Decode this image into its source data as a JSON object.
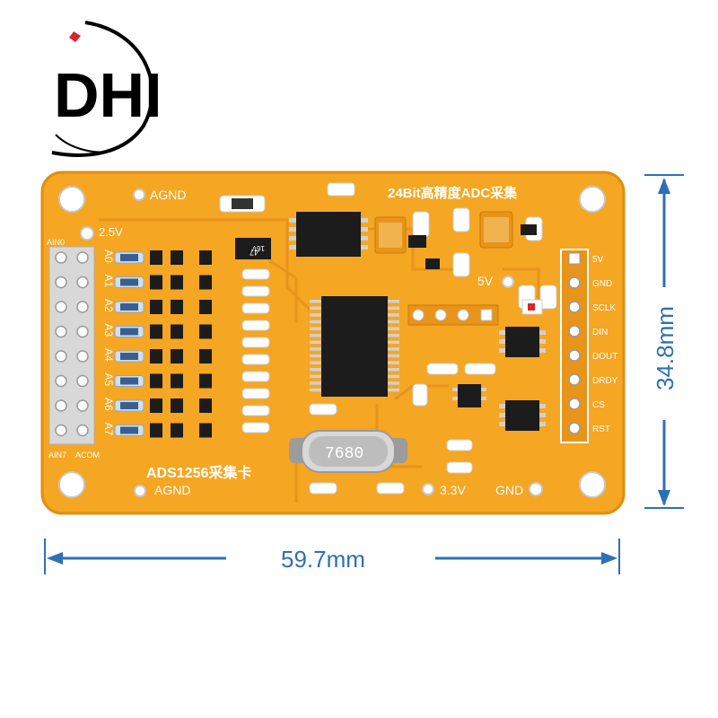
{
  "logo": {
    "text": "DHI",
    "accent_color": "#d9262c"
  },
  "board": {
    "title": "24Bit高精度ADC采集",
    "name": "ADS1256采集卡",
    "color": "#f5a623",
    "crystal": "7680",
    "capacitor": {
      "value": "47",
      "voltage": "16V"
    },
    "labels": {
      "agnd_top": "AGND",
      "agnd_bottom": "AGND",
      "v25": "2.5V",
      "v5": "5V",
      "v33": "3.3V",
      "gnd_bottom": "GND",
      "ain0": "AIN0",
      "ain7": "AIN7",
      "acom": "ACOM"
    },
    "channels": [
      "A0",
      "A1",
      "A2",
      "A3",
      "A4",
      "A5",
      "A6",
      "A7"
    ],
    "header_pins": [
      "5V",
      "GND",
      "SCLK",
      "DIN",
      "DOUT",
      "DRDY",
      "CS",
      "RST"
    ]
  },
  "dimensions": {
    "width_label": "59.7mm",
    "height_label": "34.8mm",
    "color": "#2f6fb5"
  },
  "icons": [
    "logo-mark",
    "mounting-hole-icon",
    "width-arrow-icon",
    "height-arrow-icon"
  ]
}
